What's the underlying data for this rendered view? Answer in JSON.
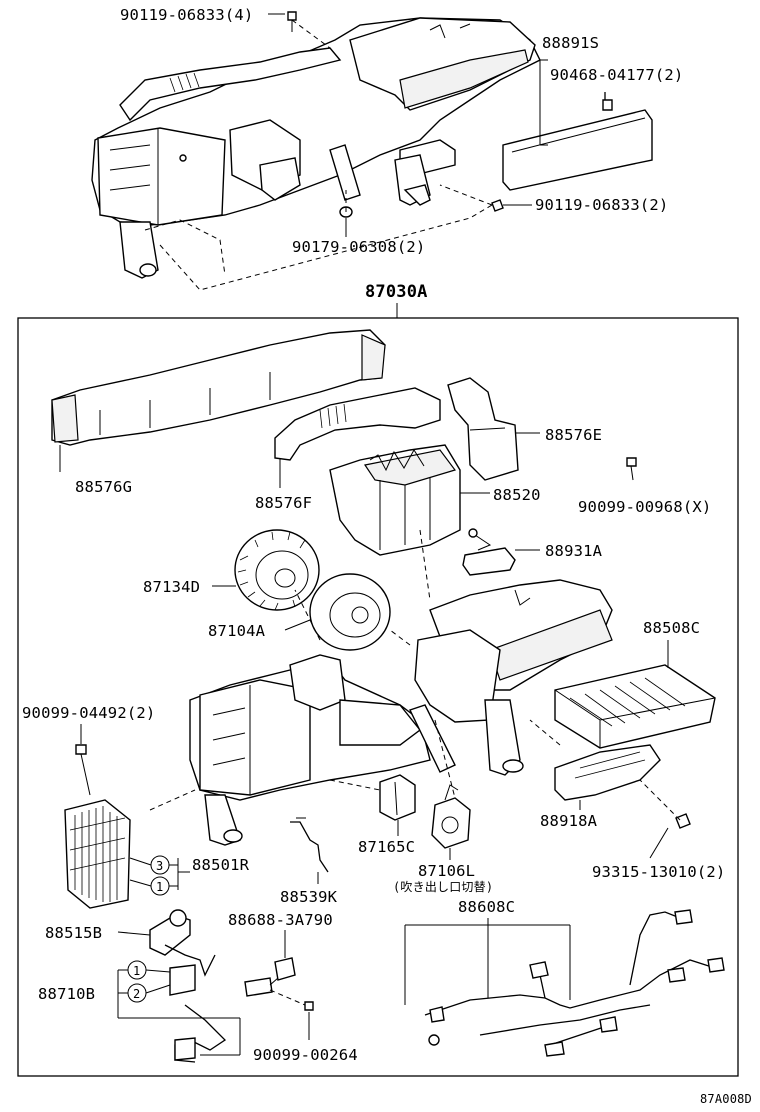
{
  "labels": {
    "bolt_top_left": "90119-06833(4)",
    "filter_set": "88891S",
    "clip_upper": "90468-04177(2)",
    "bolt_top_right": "90119-06833(2)",
    "nut_bottom": "90179-06308(2)",
    "unit_assembly": "87030A",
    "duct_left": "88576G",
    "duct_mid": "88576F",
    "duct_right": "88576E",
    "screw_x": "90099-00968(X)",
    "blower_case": "88520",
    "resistor": "88931A",
    "fan": "87134D",
    "motor": "87104A",
    "filter_case": "88508C",
    "bolt_left": "90099-04492(2)",
    "evaporator": "88501R",
    "pipe": "88539K",
    "servo_small": "87165C",
    "servo_mode": "87106L",
    "servo_mode_note": "(吹き出し口切替)",
    "cover": "88918A",
    "clip_right": "93315-13010(2)",
    "valve": "88515B",
    "sensor": "88688-3A790",
    "harness": "88608C",
    "oring": "88710B",
    "screw_bottom": "90099-00264",
    "callout_3": "3",
    "callout_1": "1",
    "callout_2": "2",
    "drawing_code": "87A008D"
  },
  "colors": {
    "ink": "#000000",
    "paper": "#ffffff"
  }
}
